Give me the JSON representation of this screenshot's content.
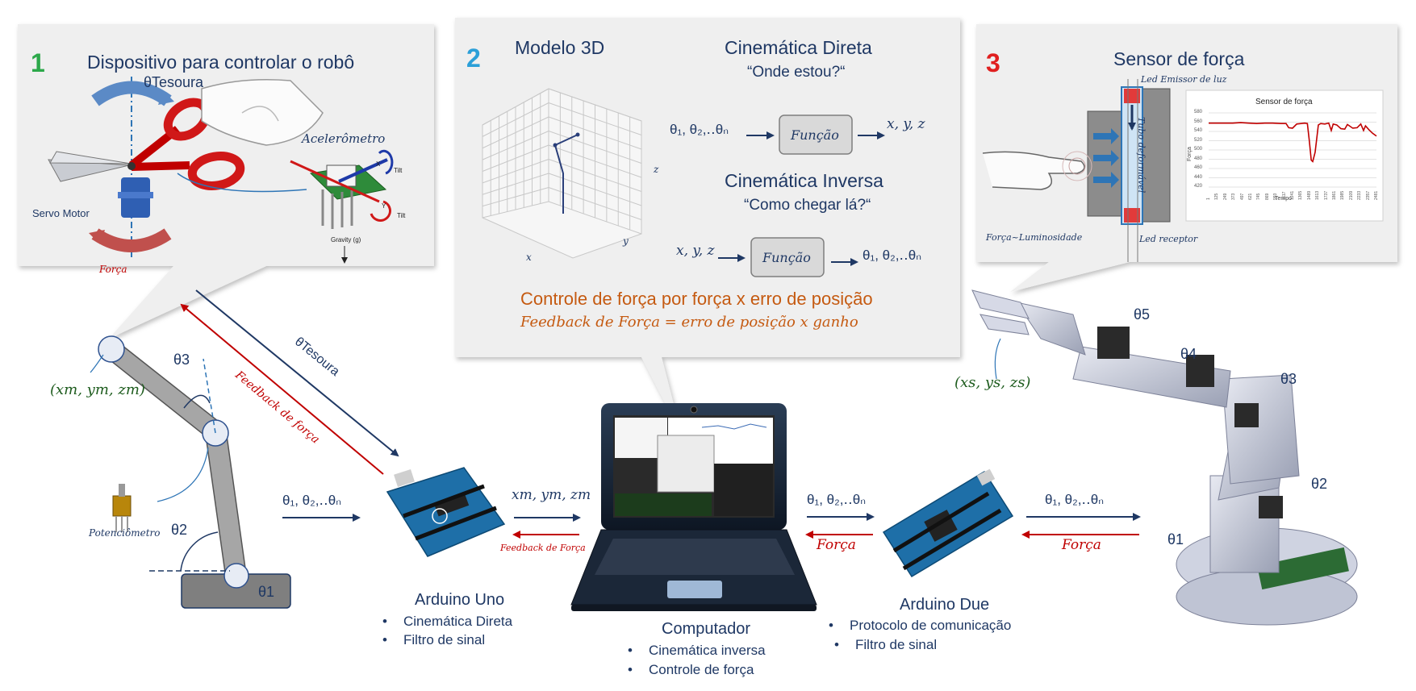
{
  "colors": {
    "navy": "#1f3864",
    "red": "#c00000",
    "green": "#1e5c1e",
    "panel": "#efefef",
    "orange": "#c55a11",
    "num1": "#2ca84a",
    "num2": "#2b9fd8",
    "num3": "#e02020"
  },
  "panel1": {
    "number": "1",
    "title": "Dispositivo para controlar o robô",
    "theta_tesoura": "θTesoura",
    "acelerometro": "Acelerômetro",
    "servo_motor": "Servo Motor",
    "forca": "Força",
    "gravity": "Gravity (g)",
    "tilt_1": "Tilt",
    "tilt_2": "Tilt",
    "axis_x": "X",
    "axis_y": "Y"
  },
  "panel2": {
    "number": "2",
    "model_title": "Modelo 3D",
    "axis_x": "x",
    "axis_y": "y",
    "axis_z": "z",
    "direct_title": "Cinemática Direta",
    "direct_q": "“Onde estou?“",
    "direct_in": "θ₁, θ₂,‥θₙ",
    "direct_func": "Função",
    "direct_out": "x, y, z",
    "inverse_title": "Cinemática Inversa",
    "inverse_q": "“Como chegar lá?“",
    "inverse_in": "x, y, z",
    "inverse_func": "Função",
    "inverse_out": "θ₁, θ₂,‥θₙ",
    "control_title": "Controle de força por força x erro de posição",
    "control_formula": "Feedback de Força =  erro de posição x ganho"
  },
  "panel3": {
    "number": "3",
    "title": "Sensor de força",
    "led_emissor": "Led Emissor de luz",
    "tubo": "Tubo deformável",
    "forca_lum": "Força~Luminosidade",
    "led_receptor": "Led receptor"
  },
  "chart_data": {
    "type": "line",
    "title": "Sensor de força",
    "xlabel": "Tempo",
    "ylabel": "Força",
    "ylim": [
      420,
      580
    ],
    "yticks": [
      420,
      440,
      460,
      480,
      500,
      520,
      540,
      560,
      580
    ],
    "xticks": [
      "1",
      "125",
      "249",
      "373",
      "497",
      "621",
      "745",
      "869",
      "993",
      "1117",
      "1241",
      "1365",
      "1489",
      "1613",
      "1737",
      "1861",
      "1985",
      "2109",
      "2233",
      "2357",
      "2481"
    ],
    "x": [
      1,
      125,
      249,
      373,
      497,
      621,
      745,
      869,
      993,
      1117,
      1200,
      1241,
      1300,
      1365,
      1489,
      1530,
      1560,
      1590,
      1613,
      1650,
      1700,
      1737,
      1800,
      1861,
      1900,
      1930,
      1985,
      2050,
      2109,
      2150,
      2233,
      2300,
      2357,
      2400,
      2430,
      2481,
      2540,
      2600
    ],
    "y": [
      558,
      558,
      558,
      558,
      559,
      558,
      557,
      558,
      558,
      557,
      557,
      548,
      547,
      556,
      558,
      557,
      520,
      478,
      475,
      495,
      554,
      557,
      556,
      558,
      542,
      556,
      554,
      546,
      545,
      555,
      547,
      548,
      556,
      542,
      552,
      544,
      536,
      530
    ]
  },
  "left": {
    "coords": "(xm, ym, zm)",
    "theta3": "θ3",
    "theta2": "θ2",
    "theta1": "θ1",
    "potenciometro": "Potenciômetro",
    "theta_tesoura": "θTesoura",
    "feedback": "Feedback de força",
    "thetas": "θ₁, θ₂,‥θₙ"
  },
  "uno": {
    "title": "Arduino Uno",
    "bullets": [
      "Cinemática Direta",
      "Filtro de sinal"
    ],
    "xyz": "xm, ym, zm",
    "feedback": "Feedback de Força"
  },
  "computer": {
    "title": "Computador",
    "bullets": [
      "Cinemática inversa",
      "Controle de força"
    ]
  },
  "due": {
    "title": "Arduino Due",
    "bullets": [
      "Protocolo de comunicação",
      "Filtro de sinal"
    ],
    "thetas_in": "θ₁, θ₂,‥θₙ",
    "forca_in": "Força",
    "thetas_out": "θ₁, θ₂,‥θₙ",
    "forca_out": "Força"
  },
  "robot": {
    "coords": "(xs, ys, zs)",
    "theta5": "θ5",
    "theta4": "θ4",
    "theta3": "θ3",
    "theta2": "θ2",
    "theta1": "θ1"
  }
}
